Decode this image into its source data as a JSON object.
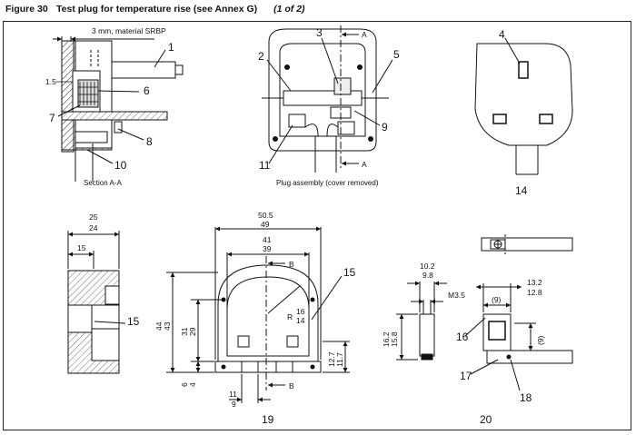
{
  "header": {
    "figure_number": "Figure 30",
    "title": "Test plug for temperature rise (see Annex G)",
    "page_indicator": "(1 of 2)"
  },
  "views": {
    "section": {
      "caption": "Section A-A",
      "note": "3 mm, material SRBP",
      "dim_thickness": "1.5",
      "callouts": [
        "1",
        "6",
        "7",
        "8",
        "10"
      ]
    },
    "assembly": {
      "caption": "Plug assembly (cover removed)",
      "section_mark": "A",
      "callouts": [
        "2",
        "3",
        "5",
        "9",
        "11"
      ]
    },
    "face": {
      "label": "14",
      "callouts": [
        "4"
      ]
    },
    "side": {
      "dim_width_a": "25",
      "dim_width_b": "24",
      "dim_inner": "15",
      "callouts": [
        "15"
      ]
    },
    "front": {
      "label": "19",
      "dim_outer_a": "50.5",
      "dim_outer_b": "49",
      "dim_inner_a": "41",
      "dim_inner_b": "39",
      "dim_height_a": "44",
      "dim_height_b": "43",
      "dim_mid_a": "31",
      "dim_mid_b": "29",
      "dim_foot_a": "6",
      "dim_foot_b": "4",
      "dim_pin_a": "11",
      "dim_pin_b": "9",
      "dim_right_a": "12.7",
      "dim_right_b": "11.7",
      "radius_label": "R",
      "radius_a": "16",
      "radius_b": "14",
      "section_mark": "B",
      "callouts": [
        "15"
      ]
    },
    "detail": {
      "label": "20",
      "dim_pin_w_a": "10.2",
      "dim_pin_w_b": "9.8",
      "thread": "M3.5",
      "dim_pin_h_a": "16.2",
      "dim_pin_h_b": "15.8",
      "dim_plate_a": "13.2",
      "dim_plate_b": "12.8",
      "dim_nine_a": "(9)",
      "dim_nine_b": "(9)",
      "callouts": [
        "16",
        "17",
        "18"
      ]
    }
  }
}
